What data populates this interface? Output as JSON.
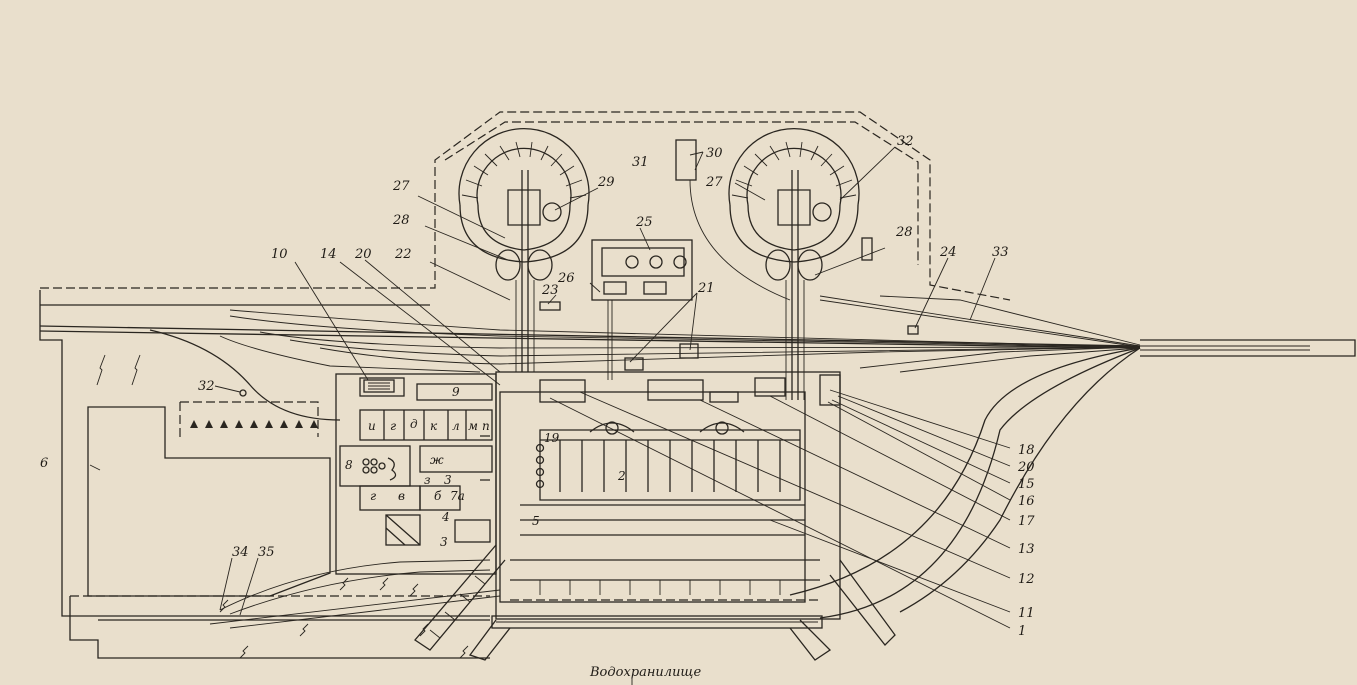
{
  "caption": "Водохранилище",
  "callouts": {
    "n1": "1",
    "n2": "2",
    "n3": "3",
    "n3b": "3",
    "n4": "4",
    "n5": "5",
    "n6": "6",
    "n7a": "7а",
    "n8": "8",
    "n9": "9",
    "n10": "10",
    "n11": "11",
    "n12": "12",
    "n13": "13",
    "n14": "14",
    "n15": "15",
    "n16": "16",
    "n17": "17",
    "n18": "18",
    "n19": "19",
    "n20a": "20",
    "n20b": "20",
    "n21": "21",
    "n22": "22",
    "n23": "23",
    "n24": "24",
    "n25": "25",
    "n26": "26",
    "n27a": "27",
    "n27b": "27",
    "n28a": "28",
    "n28b": "28",
    "n29": "29",
    "n30": "30",
    "n31": "31",
    "n32a": "32",
    "n32b": "32",
    "n33": "33",
    "n34": "34",
    "n35": "35"
  },
  "building_letters": {
    "i": "и",
    "g": "г",
    "d": "д",
    "k": "к",
    "l": "л",
    "m": "м",
    "p": "п",
    "zh": "ж",
    "z": "з",
    "g2": "г",
    "v": "в",
    "b": "б"
  }
}
